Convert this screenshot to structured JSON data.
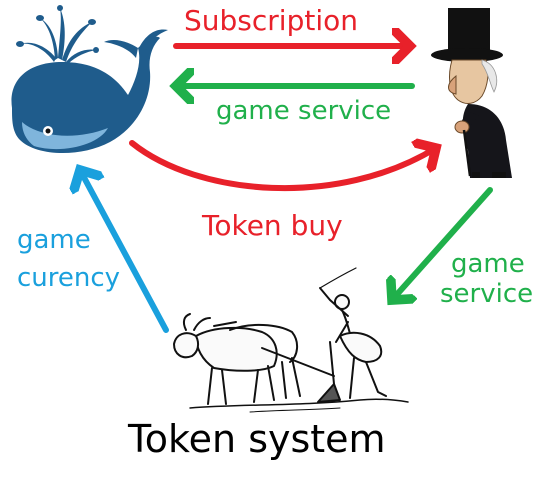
{
  "labels": {
    "subscription": "Subscription",
    "game_service_top": "game service",
    "token_buy": "Token buy",
    "game_curency_line1": "game",
    "game_curency_line2": "curency",
    "game_service_right_line1": "game",
    "game_service_right_line2": "service"
  },
  "caption": "Token system",
  "colors": {
    "red": "#e8212a",
    "green": "#20b04b",
    "blue": "#1aa0dd",
    "whale": "#1f5c8c"
  },
  "illustrations": [
    "whale-illustration",
    "rich-man-top-hat-illustration",
    "farmer-plowing-with-oxen-illustration"
  ]
}
